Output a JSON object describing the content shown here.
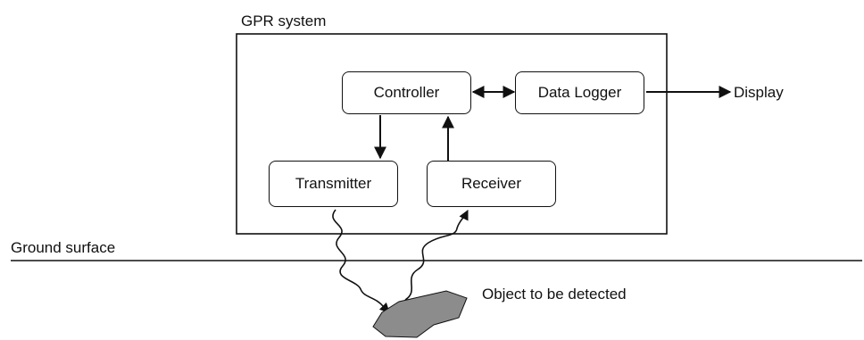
{
  "system": {
    "title": "GPR system"
  },
  "blocks": {
    "controller": "Controller",
    "data_logger": "Data Logger",
    "transmitter": "Transmitter",
    "receiver": "Receiver"
  },
  "outputs": {
    "display": "Display"
  },
  "ground": {
    "label": "Ground surface"
  },
  "target": {
    "label": "Object to be detected",
    "fill_color": "#8c8c8c"
  },
  "colors": {
    "line": "#111111",
    "background": "#ffffff"
  }
}
